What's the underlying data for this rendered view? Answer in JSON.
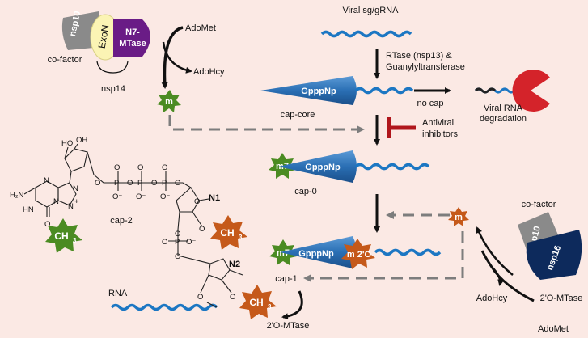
{
  "colors": {
    "background": "#fbe9e4",
    "rna_blue": "#1c77c3",
    "cone_blue": "#2a6fb4",
    "green_star": "#4b8b22",
    "orange_star": "#c5591a",
    "grey_protein": "#8a8a8a",
    "cream_exon": "#fbf4b4",
    "purple_mtase": "#6a1c86",
    "navy_nsp16": "#0d2a5c",
    "red_pacman": "#d4232a",
    "inhibitor_red": "#b0161c",
    "arrow_grey": "#7d7d7d"
  },
  "proteins": {
    "nsp14": {
      "nsp10_label": "nsp10",
      "exon_label": "ExoN",
      "mtase_label_line1": "N7-",
      "mtase_label_line2": "MTase",
      "cofactor_label": "co-factor",
      "name": "nsp14"
    },
    "nsp16": {
      "nsp10_label": "nsp10",
      "nsp16_label": "nsp16",
      "cofactor_label": "co-factor"
    }
  },
  "labels": {
    "adomet_top": "AdoMet",
    "adohcy_top": "AdoHcy",
    "viral_rna": "Viral sg/gRNA",
    "rtase_line1": "RTase (nsp13) &",
    "rtase_line2": "Guanylyltransferase",
    "no_cap": "no cap",
    "degradation_line1": "Viral RNA",
    "degradation_line2": "degradation",
    "cap_core": "cap-core",
    "antiviral_line1": "Antiviral",
    "antiviral_line2": "inhibitors",
    "cap_0": "cap-0",
    "cap_1": "cap-1",
    "cap_2": "cap-2",
    "rna": "RNA",
    "adohcy_right": "AdoHcy",
    "adomet_right": "AdoMet",
    "mtase_right": "2'O-MTase",
    "mtase_bottom": "2'O-MTase"
  },
  "caps": {
    "gpppnp": "GpppNp",
    "m": "m",
    "m7": "m7",
    "m2o": "m 2'O",
    "ch3": "CH",
    "ch3_sub": "3"
  },
  "structure": {
    "n1": "N1",
    "n2": "N2",
    "ho1": "HO",
    "oh1": "OH",
    "h2n": "H₂N",
    "hn": "HN",
    "o_carbonyl": "O",
    "n_a": "N",
    "n_b": "N",
    "n_c": "N",
    "n_plus": "N",
    "plus": "+",
    "phosphate_o": "O",
    "phosphate_p": "P",
    "phosphate_ominus": "O⁻",
    "phosphate_o_eq": "O"
  }
}
